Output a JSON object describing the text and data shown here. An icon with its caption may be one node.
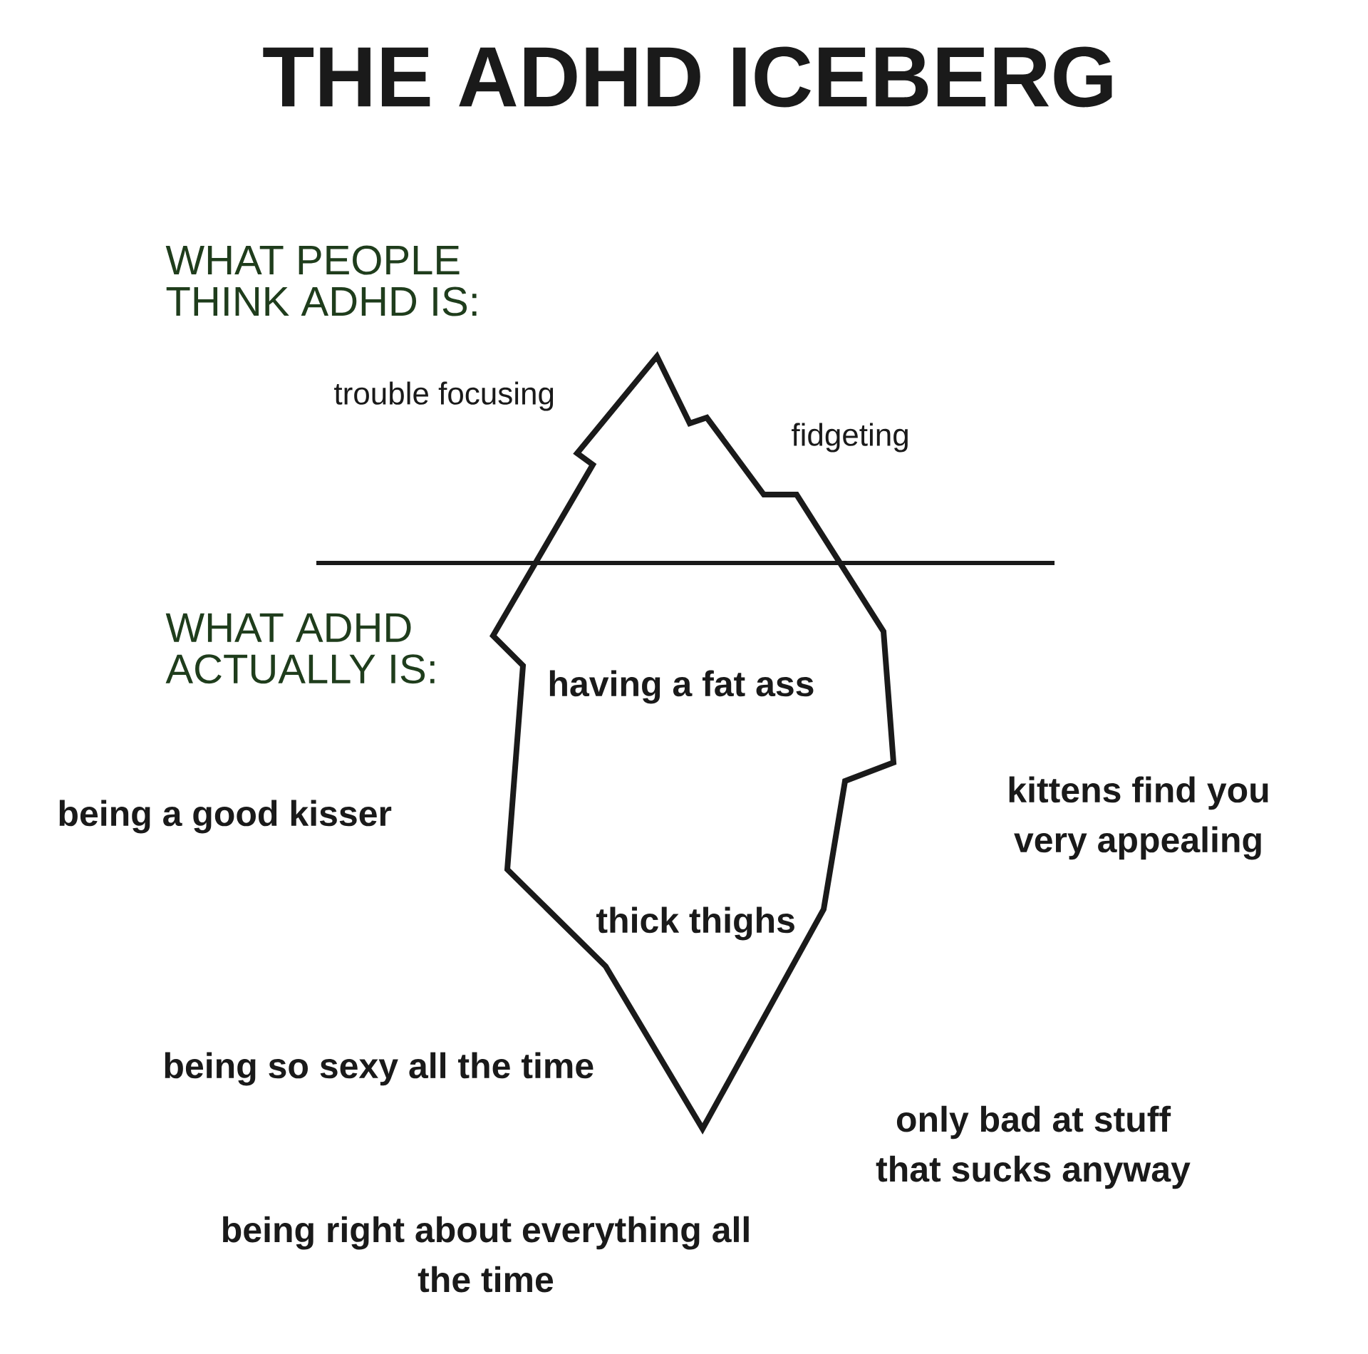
{
  "diagram": {
    "title": "THE ADHD ICEBERG",
    "labels": [
      "WHAT PEOPLE THINK ADHD IS:",
      "trouble focusing",
      "fidgeting",
      "WHAT ADHD ACTUALLY IS:",
      "having a fat ass",
      "being a good kisser",
      "kittens find you very appealing",
      "thick thighs",
      "being so sexy all the time",
      "only bad at stuff that sucks anyway",
      "being right about everything all the time"
    ]
  }
}
